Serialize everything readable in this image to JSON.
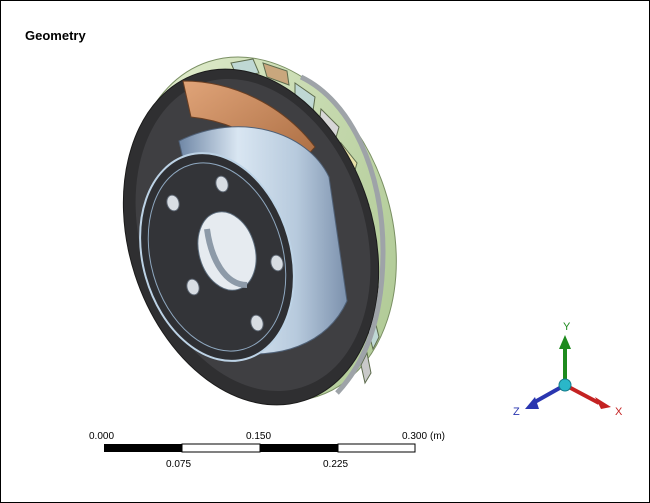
{
  "view": {
    "title": "Geometry"
  },
  "scale_bar": {
    "top_labels": [
      "0.000",
      "0.150",
      "0.300"
    ],
    "unit": "(m)",
    "bottom_labels": [
      "0.075",
      "0.225"
    ]
  },
  "triad": {
    "x_label": "X",
    "y_label": "Y",
    "z_label": "Z",
    "colors": {
      "x": "#c42222",
      "y": "#1d8a1d",
      "z": "#2a36b0",
      "origin": "#2ab7c9"
    }
  },
  "model": {
    "icons": [
      "brake-disc-rotor",
      "brake-pad",
      "wheel-hub"
    ],
    "colors": {
      "disc": "#3d3d3f",
      "hub": "#b9cde0",
      "pad": "#c98a5e",
      "vanes": "#cfe0b8"
    }
  }
}
